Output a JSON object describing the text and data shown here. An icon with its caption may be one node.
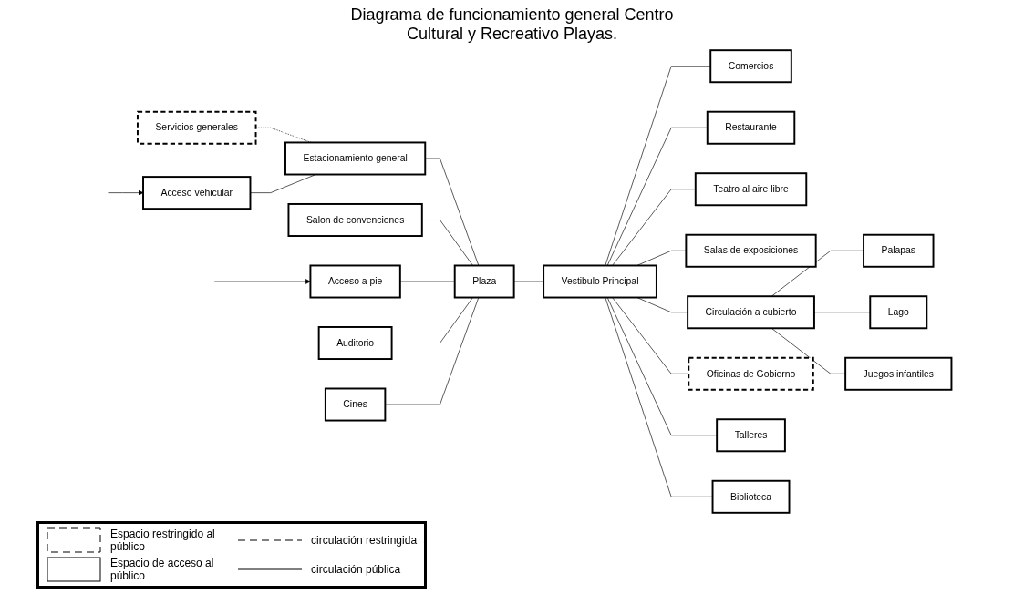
{
  "diagram": {
    "title": "Diagrama de funcionamiento general Centro Cultural y Recreativo Playas.",
    "nodes": [
      {
        "text": [
          "Servicios generales"
        ]
      },
      {
        "text": [
          "Salon de convenciones"
        ]
      },
      {
        "text": [
          "Acceso vehicular"
        ]
      },
      {
        "text": [
          "Estacionamiento general"
        ]
      },
      {
        "text": [
          "Comercios"
        ]
      },
      {
        "text": [
          "Restaurante"
        ]
      },
      {
        "text": [
          "Teatro al aire libre"
        ]
      },
      {
        "text": [
          "Plaza"
        ]
      },
      {
        "text": [
          "Vestibulo Principal"
        ]
      },
      {
        "text": [
          "Salas de exposiciones"
        ]
      },
      {
        "text": [
          "Acceso a pie"
        ]
      },
      {
        "text": [
          "Palapas"
        ]
      },
      {
        "text": [
          "Circulación a cubierto"
        ]
      },
      {
        "text": [
          "Lago"
        ]
      },
      {
        "text": [
          "Oficinas de Gobierno"
        ]
      },
      {
        "text": [
          "Auditorio"
        ]
      },
      {
        "text": [
          "Talleres"
        ]
      },
      {
        "text": [
          "Juegos infantiles"
        ]
      },
      {
        "text": [
          "Biblioteca"
        ]
      },
      {
        "text": [
          "Cines"
        ]
      }
    ],
    "edges": [
      {
        "from": null,
        "to": 2,
        "arrow": "to"
      },
      {
        "from": null,
        "to": 10,
        "arrow": "to"
      },
      {
        "from": 0,
        "to": 3,
        "arrow": "none",
        "style": "dashed"
      },
      {
        "from": 2,
        "to": 3,
        "arrow": "none"
      },
      {
        "from": 3,
        "to": 7,
        "arrow": "none"
      },
      {
        "from": 1,
        "to": 7,
        "arrow": "none"
      },
      {
        "from": 10,
        "to": 7,
        "arrow": "none"
      },
      {
        "from": 7,
        "to": 8,
        "arrow": "none"
      },
      {
        "from": 7,
        "to": 15,
        "arrow": "none"
      },
      {
        "from": 7,
        "to": 19,
        "arrow": "none"
      },
      {
        "from": 8,
        "to": 4,
        "arrow": "none"
      },
      {
        "from": 8,
        "to": 5,
        "arrow": "none"
      },
      {
        "from": 8,
        "to": 6,
        "arrow": "none"
      },
      {
        "from": 8,
        "to": 9,
        "arrow": "none"
      },
      {
        "from": 8,
        "to": 14,
        "arrow": "none"
      },
      {
        "from": 8,
        "to": 18,
        "arrow": "none"
      },
      {
        "from": 8,
        "to": 16,
        "arrow": "none"
      },
      {
        "from": 8,
        "to": 12,
        "arrow": "none"
      },
      {
        "from": 12,
        "to": 11,
        "arrow": "none"
      },
      {
        "from": 12,
        "to": 13,
        "arrow": "none"
      },
      {
        "from": 12,
        "to": 17,
        "arrow": "none"
      }
    ],
    "legend": [
      {
        "text": "Espacio restringido al público"
      },
      {
        "text": "circulación restringida"
      },
      {
        "text": "Espacio de acceso al público"
      },
      {
        "text": "circulación pública"
      }
    ]
  }
}
